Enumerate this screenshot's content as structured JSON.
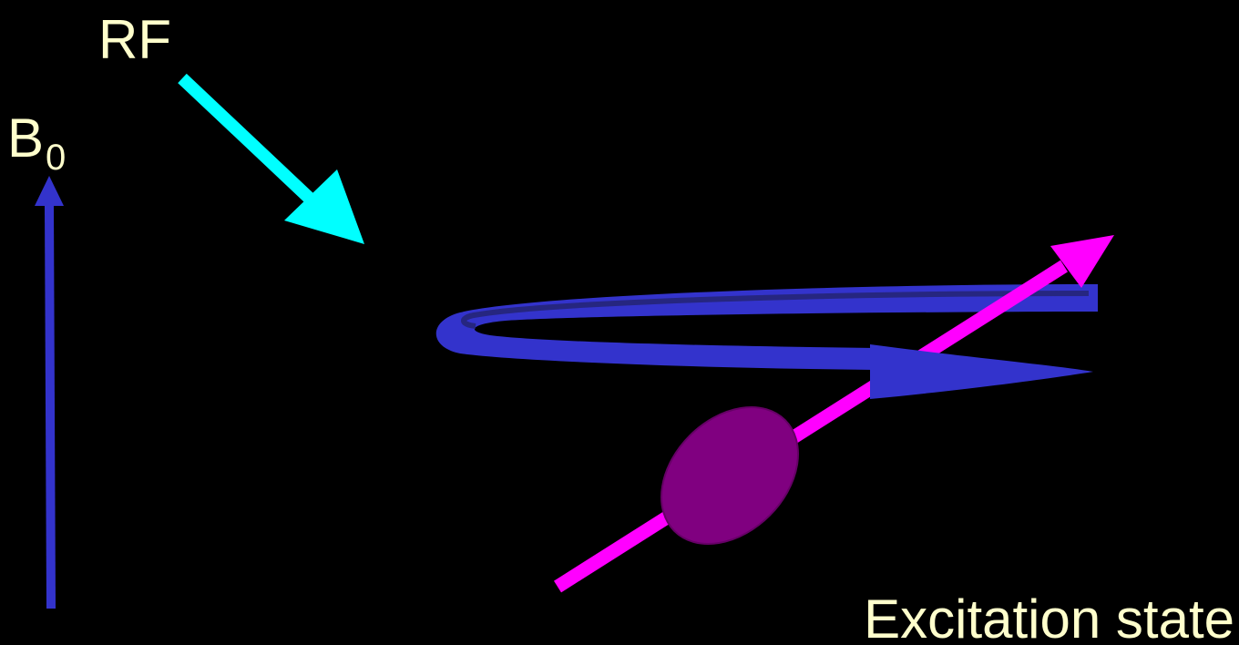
{
  "labels": {
    "rf": "RF",
    "b_base": "B",
    "b_subscript": "0",
    "state": "Excitation state"
  },
  "colors": {
    "background": "#000000",
    "text": "#ffffcc",
    "b0_arrow": "#3333cc",
    "rf_arrow": "#00ffff",
    "spin_axis": "#ff00ff",
    "precession_ring": "#3333cc",
    "nucleus": "#800080"
  }
}
